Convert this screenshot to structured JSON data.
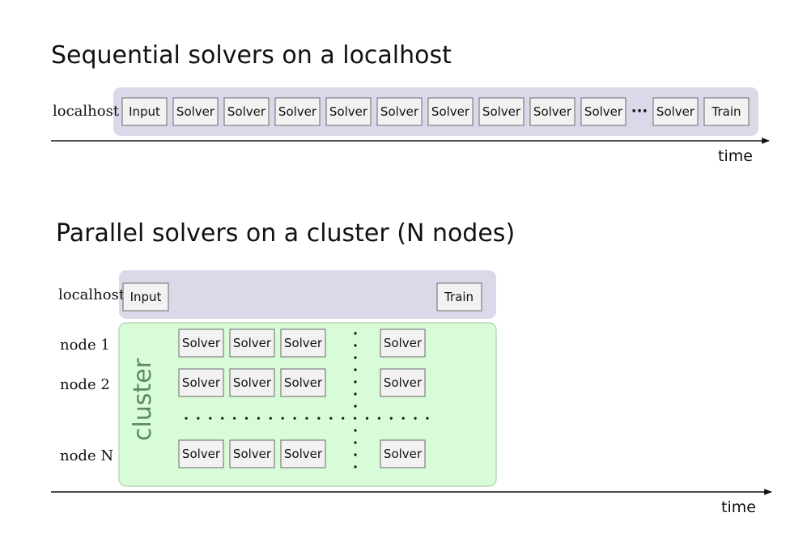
{
  "sequential": {
    "title": "Sequential solvers on a localhost",
    "row_label": "localhost",
    "boxes_before_ellipsis": [
      "Input",
      "Solver",
      "Solver",
      "Solver",
      "Solver",
      "Solver",
      "Solver",
      "Solver",
      "Solver",
      "Solver"
    ],
    "ellipsis": "···",
    "boxes_after_ellipsis": [
      "Solver",
      "Train"
    ],
    "axis_label": "time"
  },
  "parallel": {
    "title": "Parallel solvers on a cluster (N nodes)",
    "localhost_label": "localhost",
    "input_label": "Input",
    "train_label": "Train",
    "cluster_label": "cluster",
    "nodes": [
      {
        "label": "node 1",
        "solvers_left": [
          "Solver",
          "Solver",
          "Solver"
        ],
        "solvers_right": [
          "Solver"
        ]
      },
      {
        "label": "node 2",
        "solvers_left": [
          "Solver",
          "Solver",
          "Solver"
        ],
        "solvers_right": [
          "Solver"
        ]
      },
      {
        "label": "node N",
        "solvers_left": [
          "Solver",
          "Solver",
          "Solver"
        ],
        "solvers_right": [
          "Solver"
        ]
      }
    ],
    "axis_label": "time"
  },
  "colors": {
    "localhost_band": "#d9d9ea",
    "cluster_band": "#d8fbd8",
    "cluster_border": "#b9d8b9",
    "box_fill": "#f2f2f2",
    "box_border": "#6a6a6a",
    "axis": "#111111"
  }
}
